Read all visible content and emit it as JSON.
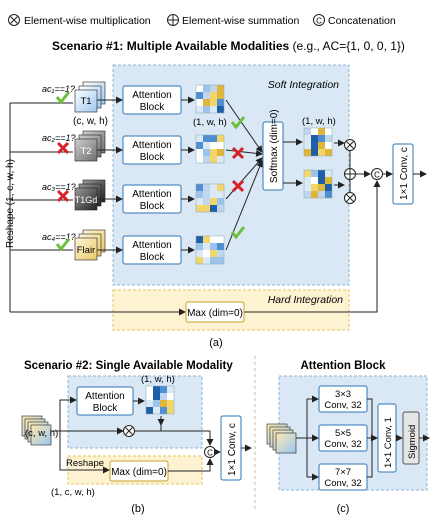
{
  "legend": {
    "multiplication": "Element-wise multiplication",
    "summation": "Element-wise summation",
    "concatenation": "Concatenation"
  },
  "scenario1": {
    "title": "Scenario #1: Multiple Available Modalities",
    "title_suffix": " (e.g., AC={1, 0, 0, 1})",
    "reshape_label": "Reshape (1, c, w, h)",
    "soft_integration": "Soft Integration",
    "hard_integration": "Hard Integration",
    "softmax": "Softmax (dim=0)",
    "max": "Max (dim=0)",
    "conv": "1×1 Conv, c",
    "attention_block": [
      "Attention",
      "Block"
    ],
    "shape_chw": "(c, w, h)",
    "shape_1wh": "(1, w, h)",
    "shape_1wh_right": "(1, w, h)",
    "caption": "(a)",
    "modalities": [
      {
        "name": "T1",
        "condition": "ac₁==1?",
        "available": true,
        "color": "#1f77d4"
      },
      {
        "name": "T2",
        "condition": "ac₂==1?",
        "available": false,
        "color": "#666666"
      },
      {
        "name": "T1Gd",
        "condition": "ac₃==1?",
        "available": false,
        "color": "#444444"
      },
      {
        "name": "Flair",
        "condition": "ac₄==1?",
        "available": true,
        "color": "#c9a227"
      }
    ]
  },
  "scenario2": {
    "title": "Scenario #2: Single Available Modality",
    "attention_block": [
      "Attention",
      "Block"
    ],
    "shape_1wh": "(1, w, h)",
    "shape_cwh": "(c, w, h)",
    "reshape": "Reshape",
    "reshape_shape": "(1, c, w, h)",
    "max": "Max (dim=0)",
    "conv": "1×1 Conv, c",
    "caption": "(b)"
  },
  "attention": {
    "title": "Attention Block",
    "convs": [
      {
        "l1": "3×3",
        "l2": "Conv, 32"
      },
      {
        "l1": "5×5",
        "l2": "Conv, 32"
      },
      {
        "l1": "7×7",
        "l2": "Conv, 32"
      }
    ],
    "conv1": "1×1 Conv, 1",
    "sigmoid": "Sigmoid",
    "caption": "(c)"
  },
  "colors": {
    "soft_bg": "#d9e8f4",
    "soft_border": "#8fb4d4",
    "hard_bg": "#fdf3d2",
    "hard_border": "#e3c45a",
    "box_border": "#2e75b6",
    "check": "#6cbf3c",
    "cross": "#d81f26"
  }
}
